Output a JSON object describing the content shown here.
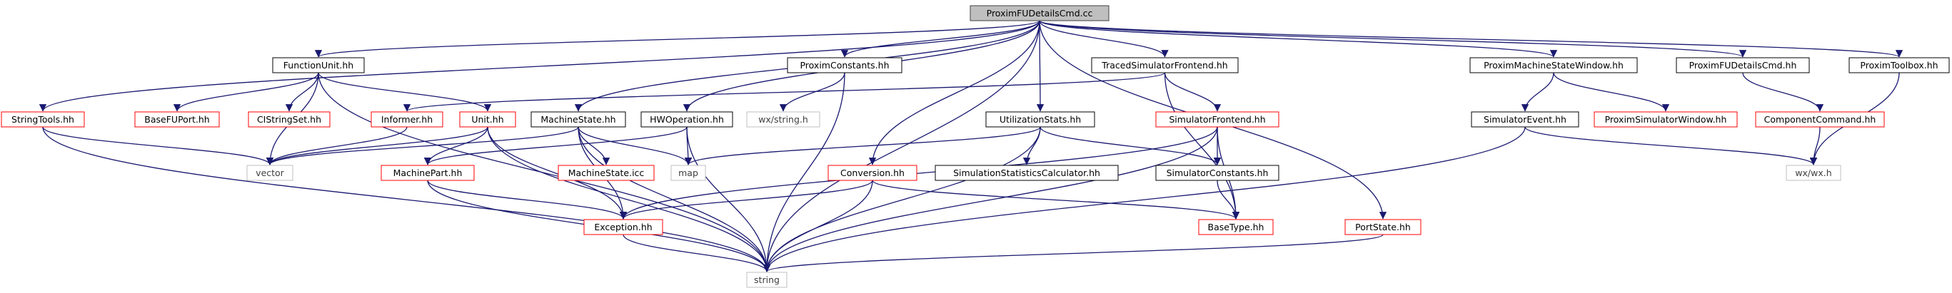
{
  "colors": {
    "edge": "#191970",
    "root_fill": "#bfbfbf",
    "root_border": "#404040",
    "documented_border": "#000000",
    "undocumented_border": "#ff0000",
    "external_border": "#bfbfbf",
    "external_text": "#404040"
  },
  "nodes": [
    {
      "id": "root",
      "label": "ProximFUDetailsCmd.cc",
      "kind": "root"
    },
    {
      "id": "fu",
      "label": "FunctionUnit.hh",
      "kind": "documented"
    },
    {
      "id": "pc",
      "label": "ProximConstants.hh",
      "kind": "documented"
    },
    {
      "id": "tsf",
      "label": "TracedSimulatorFrontend.hh",
      "kind": "documented"
    },
    {
      "id": "pmsw",
      "label": "ProximMachineStateWindow.hh",
      "kind": "documented"
    },
    {
      "id": "pfdc",
      "label": "ProximFUDetailsCmd.hh",
      "kind": "documented"
    },
    {
      "id": "ptb",
      "label": "ProximToolbox.hh",
      "kind": "documented"
    },
    {
      "id": "st",
      "label": "StringTools.hh",
      "kind": "undocumented"
    },
    {
      "id": "bfp",
      "label": "BaseFUPort.hh",
      "kind": "undocumented"
    },
    {
      "id": "css",
      "label": "CIStringSet.hh",
      "kind": "undocumented"
    },
    {
      "id": "inf",
      "label": "Informer.hh",
      "kind": "undocumented"
    },
    {
      "id": "unit",
      "label": "Unit.hh",
      "kind": "undocumented"
    },
    {
      "id": "ms",
      "label": "MachineState.hh",
      "kind": "documented"
    },
    {
      "id": "hwo",
      "label": "HWOperation.hh",
      "kind": "documented"
    },
    {
      "id": "wxs",
      "label": "wx/string.h",
      "kind": "external"
    },
    {
      "id": "us",
      "label": "UtilizationStats.hh",
      "kind": "documented"
    },
    {
      "id": "sf",
      "label": "SimulatorFrontend.hh",
      "kind": "undocumented"
    },
    {
      "id": "se",
      "label": "SimulatorEvent.hh",
      "kind": "documented"
    },
    {
      "id": "psw",
      "label": "ProximSimulatorWindow.hh",
      "kind": "undocumented"
    },
    {
      "id": "cc",
      "label": "ComponentCommand.hh",
      "kind": "undocumented"
    },
    {
      "id": "vec",
      "label": "vector",
      "kind": "external"
    },
    {
      "id": "mp",
      "label": "MachinePart.hh",
      "kind": "undocumented"
    },
    {
      "id": "msi",
      "label": "MachineState.icc",
      "kind": "undocumented"
    },
    {
      "id": "map",
      "label": "map",
      "kind": "external"
    },
    {
      "id": "conv",
      "label": "Conversion.hh",
      "kind": "undocumented"
    },
    {
      "id": "ssc",
      "label": "SimulationStatisticsCalculator.hh",
      "kind": "documented"
    },
    {
      "id": "sc",
      "label": "SimulatorConstants.hh",
      "kind": "documented"
    },
    {
      "id": "wxwx",
      "label": "wx/wx.h",
      "kind": "external"
    },
    {
      "id": "exc",
      "label": "Exception.hh",
      "kind": "undocumented"
    },
    {
      "id": "bt",
      "label": "BaseType.hh",
      "kind": "undocumented"
    },
    {
      "id": "ps",
      "label": "PortState.hh",
      "kind": "undocumented"
    },
    {
      "id": "str",
      "label": "string",
      "kind": "external"
    }
  ],
  "edges": [
    [
      "root",
      "fu"
    ],
    [
      "root",
      "pc"
    ],
    [
      "root",
      "tsf"
    ],
    [
      "root",
      "pmsw"
    ],
    [
      "root",
      "pfdc"
    ],
    [
      "root",
      "ptb"
    ],
    [
      "root",
      "st"
    ],
    [
      "root",
      "ms"
    ],
    [
      "root",
      "hwo"
    ],
    [
      "root",
      "us"
    ],
    [
      "root",
      "conv"
    ],
    [
      "root",
      "ps"
    ],
    [
      "root",
      "str"
    ],
    [
      "fu",
      "bfp"
    ],
    [
      "fu",
      "css"
    ],
    [
      "fu",
      "unit"
    ],
    [
      "fu",
      "vec"
    ],
    [
      "fu",
      "str"
    ],
    [
      "pc",
      "wxs"
    ],
    [
      "pc",
      "str"
    ],
    [
      "tsf",
      "inf"
    ],
    [
      "tsf",
      "sf"
    ],
    [
      "tsf",
      "bt"
    ],
    [
      "pmsw",
      "se"
    ],
    [
      "pmsw",
      "psw"
    ],
    [
      "pfdc",
      "cc"
    ],
    [
      "ptb",
      "wxwx"
    ],
    [
      "st",
      "vec"
    ],
    [
      "st",
      "str"
    ],
    [
      "inf",
      "vec"
    ],
    [
      "unit",
      "mp"
    ],
    [
      "unit",
      "vec"
    ],
    [
      "unit",
      "str"
    ],
    [
      "unit",
      "exc"
    ],
    [
      "ms",
      "vec"
    ],
    [
      "ms",
      "map"
    ],
    [
      "ms",
      "msi"
    ],
    [
      "ms",
      "exc"
    ],
    [
      "ms",
      "str"
    ],
    [
      "hwo",
      "mp"
    ],
    [
      "hwo",
      "map"
    ],
    [
      "hwo",
      "str"
    ],
    [
      "us",
      "map"
    ],
    [
      "us",
      "ssc"
    ],
    [
      "us",
      "sc"
    ],
    [
      "us",
      "str"
    ],
    [
      "sf",
      "exc"
    ],
    [
      "sf",
      "sc"
    ],
    [
      "sf",
      "bt"
    ],
    [
      "sf",
      "str"
    ],
    [
      "se",
      "wxwx"
    ],
    [
      "se",
      "str"
    ],
    [
      "cc",
      "wxwx"
    ],
    [
      "mp",
      "exc"
    ],
    [
      "mp",
      "str"
    ],
    [
      "conv",
      "exc"
    ],
    [
      "conv",
      "bt"
    ],
    [
      "conv",
      "str"
    ],
    [
      "sc",
      "bt"
    ],
    [
      "exc",
      "str"
    ],
    [
      "ps",
      "str"
    ]
  ]
}
